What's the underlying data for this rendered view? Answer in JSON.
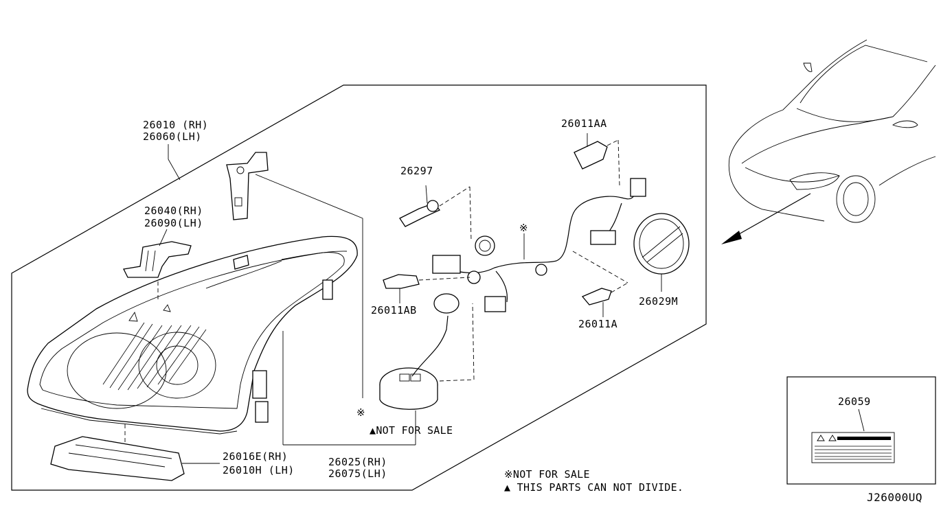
{
  "diagram": {
    "part_labels": {
      "headlamp_rh": "26010 (RH)",
      "headlamp_lh": "26060(LH)",
      "bracket_rh": "26040(RH)",
      "bracket_lh": "26090(LH)",
      "lower_rh": "26016E(RH)",
      "lower_lh": "26010H (LH)",
      "harness_rh": "26025(RH)",
      "harness_lh": "26075(LH)",
      "bulb_26297": "26297",
      "bulb_26011aa": "26011AA",
      "bulb_26011ab": "26011AB",
      "bulb_26011a": "26011A",
      "cap_26029m": "26029M",
      "label_26059": "26059"
    },
    "marks": {
      "asterisk": "※",
      "triangle": "▲"
    },
    "inline_note": "▲NOT FOR SALE",
    "legend": {
      "not_for_sale": "※NOT FOR SALE",
      "cannot_divide": "▲ THIS PARTS CAN NOT DIVIDE."
    },
    "drawing_code": "J26000UQ"
  }
}
